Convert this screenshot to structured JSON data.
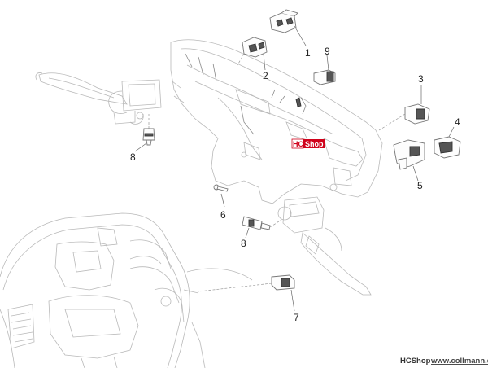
{
  "callouts": [
    {
      "id": "c1",
      "label": "1"
    },
    {
      "id": "c2",
      "label": "2"
    },
    {
      "id": "c9",
      "label": "9"
    },
    {
      "id": "c3",
      "label": "3"
    },
    {
      "id": "c4",
      "label": "4"
    },
    {
      "id": "c5",
      "label": "5"
    },
    {
      "id": "c8a",
      "label": "8"
    },
    {
      "id": "c6",
      "label": "6"
    },
    {
      "id": "c8b",
      "label": "8"
    },
    {
      "id": "c7",
      "label": "7"
    }
  ],
  "watermark": {
    "left": "HC",
    "right": "Shop"
  },
  "credit": {
    "brand": "HCShop",
    "url": "www.collmann.eu"
  },
  "colors": {
    "watermark_red": "#d0021b",
    "line": "#b9b9b9",
    "part_dark": "#555555"
  }
}
